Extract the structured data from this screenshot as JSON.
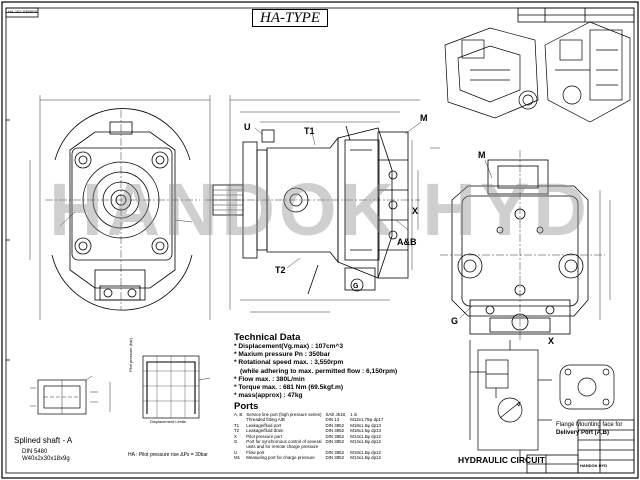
{
  "drawing": {
    "title": "HA-TYPE",
    "watermark": "HANDOK HYD"
  },
  "callouts": {
    "u": "U",
    "t1": "T1",
    "m_side": "M",
    "t2": "T2",
    "ab": "A&B",
    "x_side": "X",
    "g_side": "G",
    "m_mount": "M",
    "g_mount": "G",
    "x_circuit": "X"
  },
  "technical_data": {
    "heading": "Technical Data",
    "lines": [
      "* Displacement(Vg.max) : 107cm^3",
      "* Maxium pressure Pn : 350bar",
      "* Rotational speed max. : 3,550rpm",
      "(while adhering to max. permitted flow : 6,150rpm)",
      "* Flow max. : 380L/min",
      "* Torque max. : 681 Nm (69.5kgf.m)",
      "* mass(approx) : 47kg"
    ]
  },
  "ports": {
    "heading": "Ports",
    "rows": [
      [
        "A, B",
        "Service line port (high pressure series)",
        "SAE J518,",
        "1 in"
      ],
      [
        "",
        "Threaded fitting A/B",
        "DIN 13",
        "M12x1.75φ dp17"
      ],
      [
        "T1",
        "Leakage/fluid port",
        "DIN 3852",
        "M18x1.5φ dp13"
      ],
      [
        "T2",
        "Leakage/fluid drain",
        "DIN 3852",
        "M18x1.5φ dp13"
      ],
      [
        "X",
        "Pilot pressure port",
        "DIN 3852",
        "M14x1.5φ dp12"
      ],
      [
        "G",
        "Port for synchronous control of several",
        "DIN 3852",
        "M14x1.5φ dp12"
      ],
      [
        "",
        "units and for remote charge pressure",
        "",
        ""
      ],
      [
        "U",
        "Flow port",
        "DIN 3852",
        "M18x1.5φ dp12"
      ],
      [
        "M1",
        "Measuring port for charge pressure",
        "DIN 3852",
        "M14x1.5φ dp12"
      ]
    ]
  },
  "captions": {
    "spline_title": "Splined shaft - A",
    "spline_std": "DIN 5480",
    "spline_spec": "W40x2x30x18x9g",
    "graph_note": "HA : Pilot pressure rise ΔPs = 30bar",
    "hydraulic": "HYDRAULIC CIRCUIT",
    "flange_1": "Flange Mounting face for",
    "flange_2": "Delivery Port (A,B)",
    "graph_xlabel": "Displacement Limits",
    "graph_ylabel": "Pilot pressure (bar)"
  },
  "title_block": {
    "company": "HANDOK HYD",
    "top_left": "HA-107-SERIES"
  }
}
